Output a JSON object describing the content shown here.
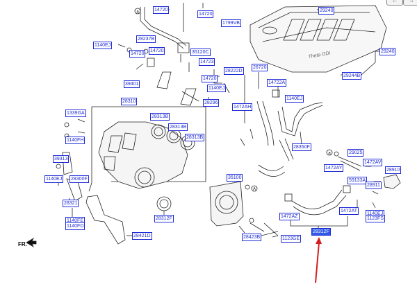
{
  "labels": [
    "14720",
    "14720",
    "1799VB",
    "29240",
    "28237B",
    "1140EJ",
    "14720",
    "14720",
    "35120C",
    "29240",
    "14723",
    "28222D",
    "26720",
    "14720",
    "39401",
    "1140EJ",
    "14722A",
    "28310",
    "28296",
    "1140EJ",
    "1472AH",
    "1339GA",
    "28313B",
    "28313B",
    "28313B",
    "1140FH",
    "28350F",
    "39313",
    "29025",
    "1472AV",
    "1472AY",
    "1140EJ",
    "28300F",
    "35100",
    "28910",
    "59133A",
    "28911",
    "28321",
    "1472AT",
    "1472AZ",
    "1140EJ",
    "1123FS",
    "1140FE",
    "1140FD",
    "28421D",
    "28312F",
    "28423B",
    "1123GE",
    "28312F",
    "29244B"
  ],
  "logo_text": "Theta GDI",
  "fr_label": "FR.",
  "circle_marks": [
    "a",
    "a",
    "A"
  ],
  "accent_color": "#1e2bd6",
  "highlight_color": "#2f59e6",
  "arrow_color": "#d61e1e",
  "nav_icons": [
    "arrow-left-icon",
    "arrow-right-icon"
  ]
}
